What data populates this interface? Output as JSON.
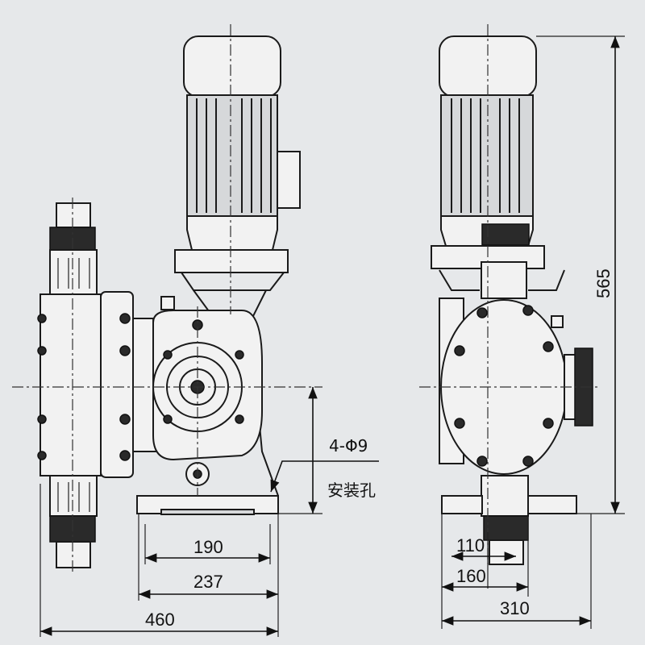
{
  "dimensions": {
    "d190": "190",
    "d237": "237",
    "d460": "460",
    "d565": "565",
    "d110": "110",
    "d160": "160",
    "d310": "310"
  },
  "mounting_note": {
    "holes": "4-Φ9",
    "label": "安装孔"
  }
}
